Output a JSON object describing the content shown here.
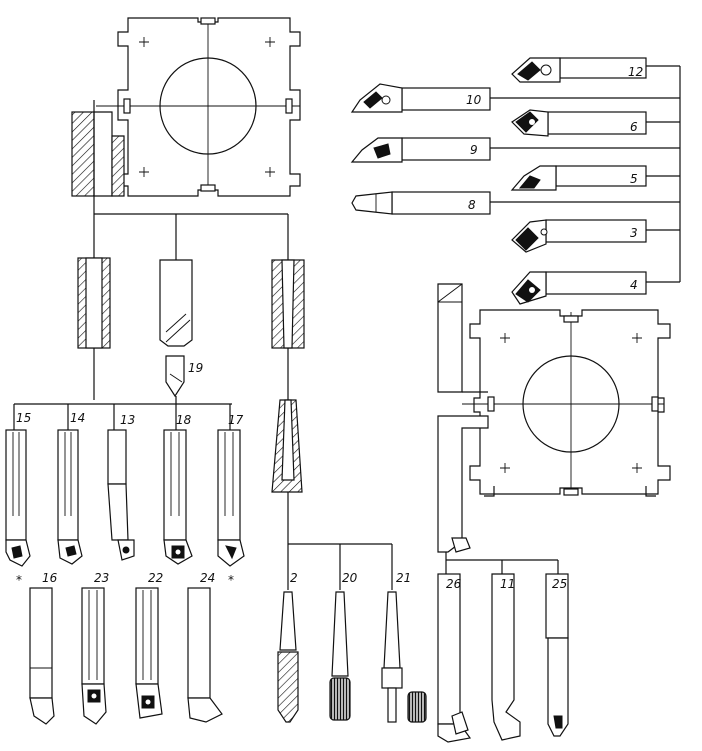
{
  "labels": {
    "l12": "12",
    "l10": "10",
    "l6": "6",
    "l9": "9",
    "l5": "5",
    "l8": "8",
    "l3": "3",
    "l4": "4",
    "l19": "19",
    "l15": "15",
    "l14": "14",
    "l13": "13",
    "l18": "18",
    "l17": "17",
    "l16": "16",
    "l23": "23",
    "l22": "22",
    "l24": "24",
    "l2": "2",
    "l20": "20",
    "l21": "21",
    "l26": "26",
    "l11": "11",
    "l25": "25",
    "star1": "*",
    "star2": "*"
  }
}
